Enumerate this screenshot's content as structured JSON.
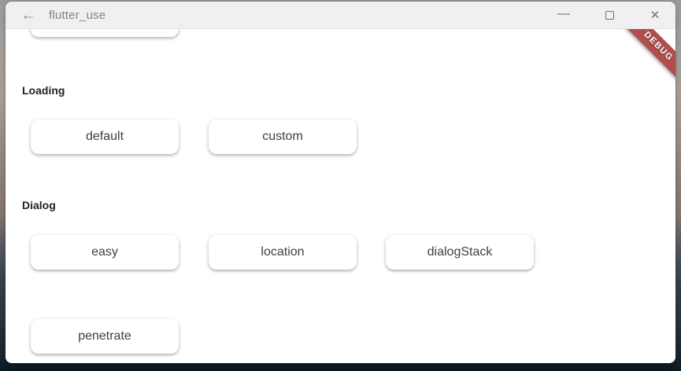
{
  "window": {
    "title": "flutter_use",
    "back_icon": "←",
    "controls": {
      "minimize_icon": "—",
      "close_icon": "✕"
    }
  },
  "debug_banner": {
    "label": "DEBUG",
    "color": "#ae4f4c"
  },
  "content": {
    "partial_button_label": "",
    "sections": [
      {
        "title": "Loading",
        "buttons": [
          {
            "label": "default"
          },
          {
            "label": "custom"
          }
        ]
      },
      {
        "title": "Dialog",
        "buttons": [
          {
            "label": "easy"
          },
          {
            "label": "location"
          },
          {
            "label": "dialogStack"
          },
          {
            "label": "penetrate"
          }
        ]
      }
    ]
  },
  "colors": {
    "titlebar_background": "#f0eff1",
    "content_background": "#ffffff",
    "button_text": "#3d4045",
    "debug_banner": "#ae4f4c"
  }
}
